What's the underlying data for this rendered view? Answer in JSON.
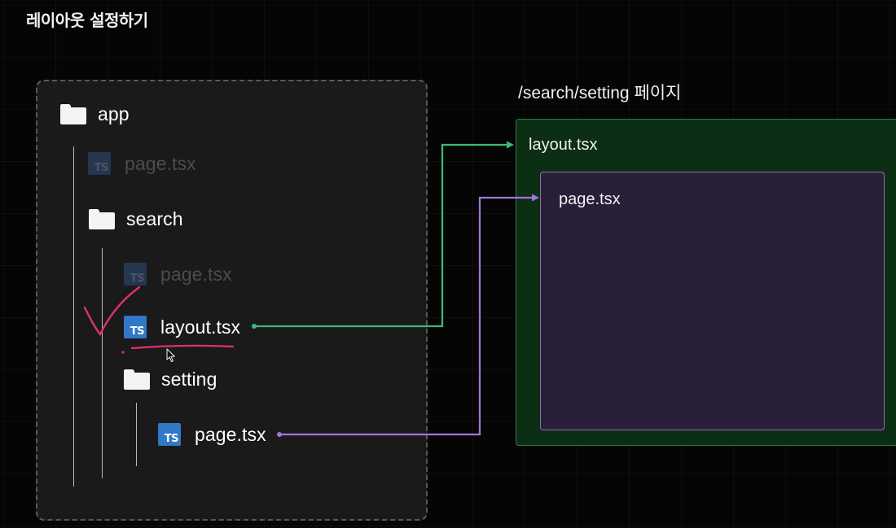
{
  "slide": {
    "title": "레이아웃 설정하기"
  },
  "tree": {
    "app": {
      "label": "app",
      "icon": "folder-icon"
    },
    "app_page": {
      "label": "page.tsx",
      "icon": "typescript-file-icon",
      "dimmed": true
    },
    "search": {
      "label": "search",
      "icon": "folder-icon"
    },
    "search_page": {
      "label": "page.tsx",
      "icon": "typescript-file-icon",
      "dimmed": true
    },
    "search_layout": {
      "label": "layout.tsx",
      "icon": "typescript-file-icon"
    },
    "setting": {
      "label": "setting",
      "icon": "folder-icon"
    },
    "setting_page": {
      "label": "page.tsx",
      "icon": "typescript-file-icon"
    },
    "ts_badge": "TS"
  },
  "preview": {
    "route_title": "/search/setting 페이지",
    "layout_label": "layout.tsx",
    "page_label": "page.tsx"
  },
  "colors": {
    "layout_connector": "#3dba78",
    "page_connector": "#a374dd",
    "annotation_pen": "#e0306e",
    "layout_box_fill": "#0b2e14",
    "page_box_fill": "#2a1f38",
    "ts_blue": "#3178c6"
  }
}
